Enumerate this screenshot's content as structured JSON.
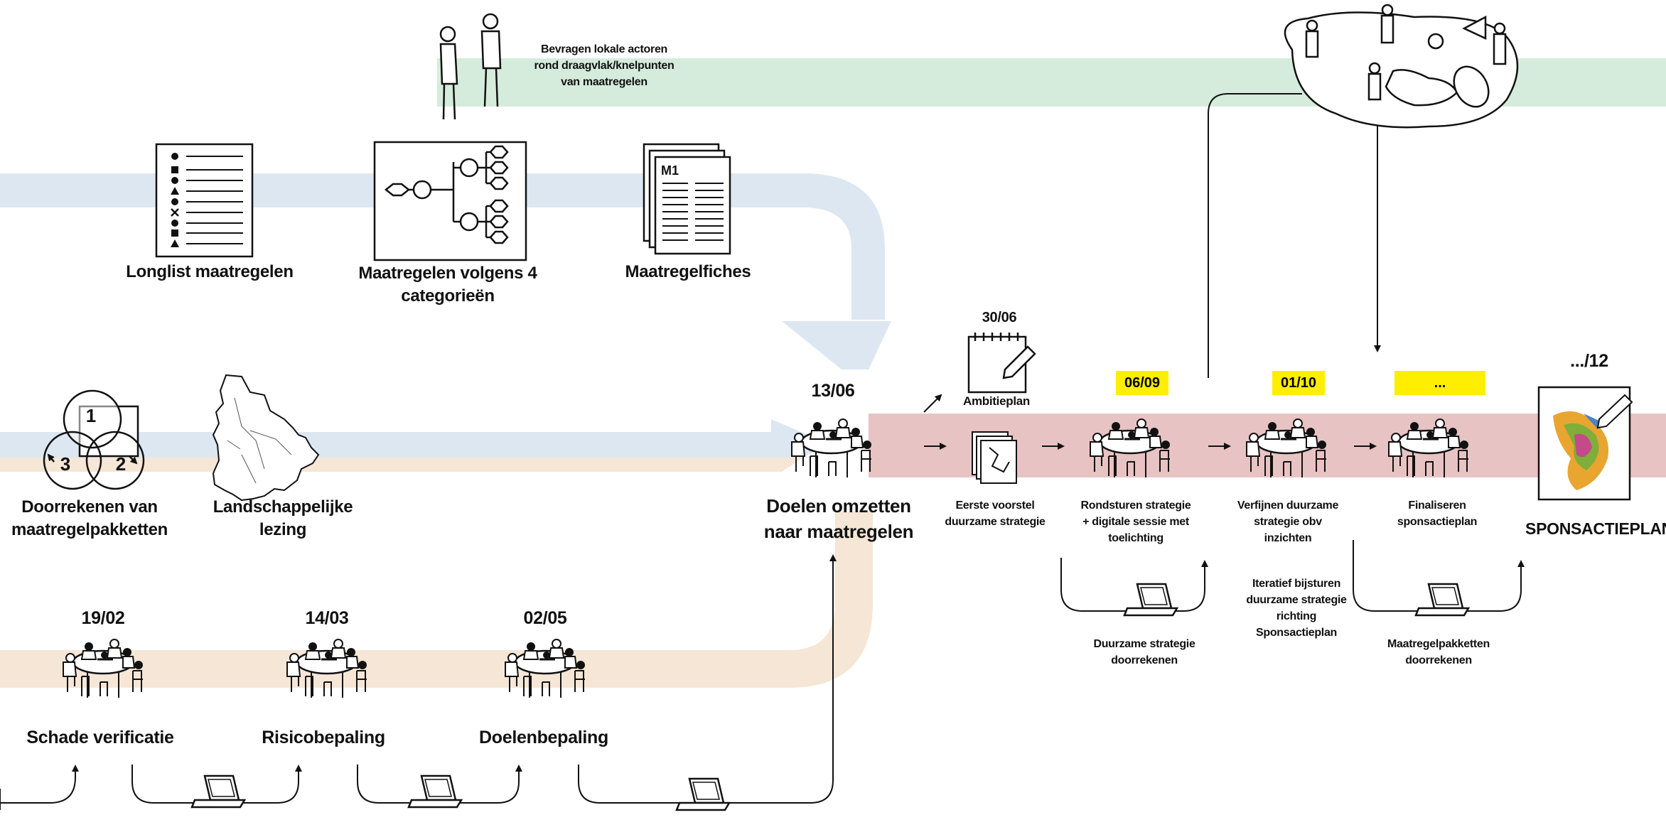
{
  "colors": {
    "green_band": "#d5ecdd",
    "blue_band": "#dde7f1",
    "beige_band": "#f5e6d6",
    "red_band": "#e8c3c4",
    "highlight": "#ffee00",
    "ink": "#111111"
  },
  "top": {
    "actors_label": "Bevragen lokale actoren\nrond draagvlak/knelpunten\nvan maatregelen"
  },
  "documents": {
    "longlist": "Longlist maatregelen",
    "categories": "Maatregelen volgens 4\ncategorieën",
    "fiches": "Maatregelfiches",
    "fiches_tag": "M1"
  },
  "analysis": {
    "doorrekenen": "Doorrekenen van\nmaatregelpakketten",
    "landschap": "Landschappelijke\nlezing",
    "venn": [
      "1",
      "2",
      "3"
    ]
  },
  "workshops": [
    {
      "date": "19/02",
      "label": "Schade verificatie"
    },
    {
      "date": "14/03",
      "label": "Risicobepaling"
    },
    {
      "date": "02/05",
      "label": "Doelenbepaling"
    }
  ],
  "central": {
    "date": "13/06",
    "label": "Doelen omzetten\nnaar maatregelen"
  },
  "ambitie": {
    "date": "30/06",
    "label": "Ambitieplan"
  },
  "timeline": [
    {
      "badge": "",
      "label": "Eerste voorstel\nduurzame strategie"
    },
    {
      "badge": "06/09",
      "label": "Rondsturen strategie\n+ digitale sessie met\ntoelichting"
    },
    {
      "badge": "01/10",
      "label": "Verfijnen duurzame\nstrategie obv\ninzichten"
    },
    {
      "badge": "...",
      "label": "Finaliseren\nsponsactieplan"
    }
  ],
  "computations": {
    "duurzame": "Duurzame strategie\ndoorrekenen",
    "iteratief": "Iteratief bijsturen\nduurzame strategie\nrichting\nSponsactieplan",
    "pakketten": "Maatregelpakketten\ndoorrekenen"
  },
  "final": {
    "date": ".../12",
    "label": "SPONSACTIEPLAN"
  }
}
